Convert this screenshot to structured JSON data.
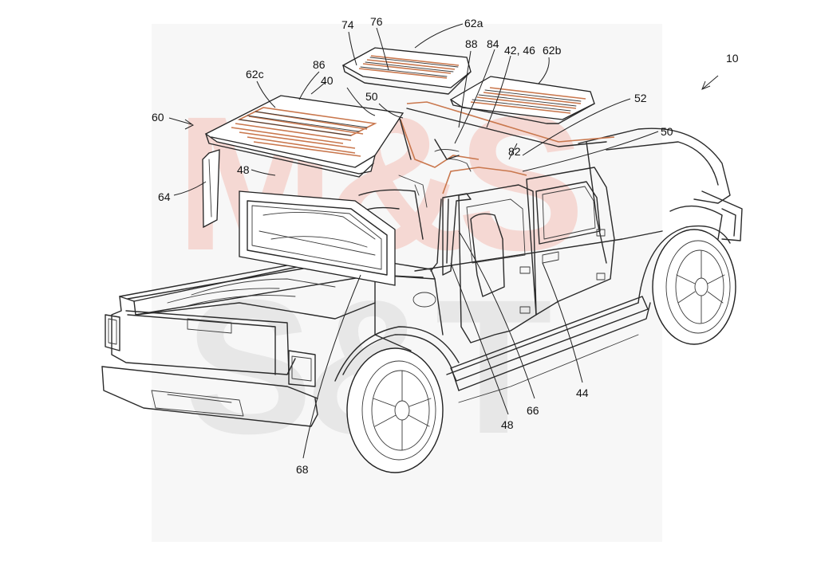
{
  "figure": {
    "watermark_text": [
      "M&S",
      "S&T"
    ],
    "colors": {
      "ink": "#2a2a2a",
      "accent_orange": "#c9774d",
      "watermark_red": "#f04020",
      "watermark_grey": "#9a9a9a"
    },
    "labels": [
      {
        "id": "l10",
        "text": "10"
      },
      {
        "id": "l74",
        "text": "74"
      },
      {
        "id": "l76",
        "text": "76"
      },
      {
        "id": "l62a",
        "text": "62a"
      },
      {
        "id": "l88",
        "text": "88"
      },
      {
        "id": "l84",
        "text": "84"
      },
      {
        "id": "l4246",
        "text": "42, 46"
      },
      {
        "id": "l62b",
        "text": "62b"
      },
      {
        "id": "l86",
        "text": "86"
      },
      {
        "id": "l62c",
        "text": "62c"
      },
      {
        "id": "l40",
        "text": "40"
      },
      {
        "id": "l50a",
        "text": "50"
      },
      {
        "id": "l52",
        "text": "52"
      },
      {
        "id": "l60",
        "text": "60"
      },
      {
        "id": "l50b",
        "text": "50"
      },
      {
        "id": "l82",
        "text": "82"
      },
      {
        "id": "l48a",
        "text": "48"
      },
      {
        "id": "l64",
        "text": "64"
      },
      {
        "id": "l44",
        "text": "44"
      },
      {
        "id": "l66",
        "text": "66"
      },
      {
        "id": "l48b",
        "text": "48"
      },
      {
        "id": "l68",
        "text": "68"
      }
    ]
  }
}
